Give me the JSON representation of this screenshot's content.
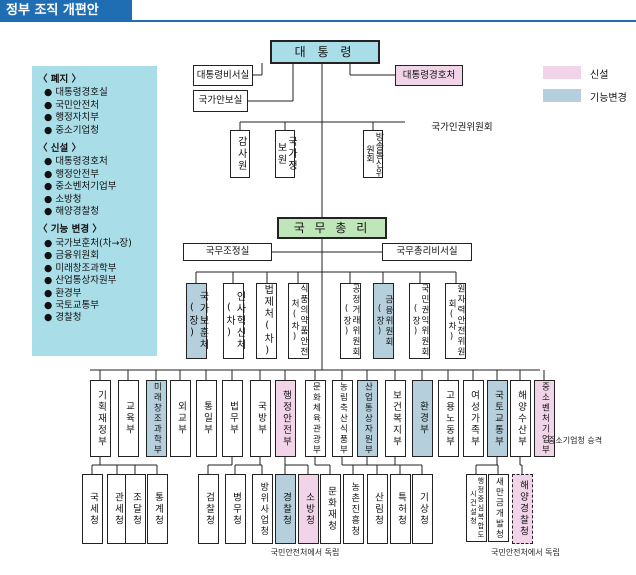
{
  "title": "정부 조직 개편안",
  "legend": {
    "new": "신설",
    "changed": "기능변경",
    "new_color": "#f2d4e8",
    "changed_color": "#b5cfdc"
  },
  "changes": {
    "abolished_title": "〈 폐지 〉",
    "abolished": [
      "대통령경호실",
      "국민안전처",
      "행정자치부",
      "중소기업청"
    ],
    "new_title": "〈 신설 〉",
    "new": [
      "대통령경호처",
      "행정안전부",
      "중소벤처기업부",
      "소방청",
      "해양경찰청"
    ],
    "changed_title": "〈 기능 변경 〉",
    "changed": [
      "국가보훈처(차→장)",
      "금융위원회",
      "미래창조과학부",
      "산업통상자원부",
      "환경부",
      "국토교통부",
      "경찰청"
    ]
  },
  "top": {
    "president": "대 통 령",
    "sec": "대통령비서실",
    "nsa": "국가안보실",
    "guard": "대통령경호처",
    "hrc": "국가인권위원회",
    "audit": "감사원",
    "nis": "국가정보원",
    "kcc": "방송통신위원회"
  },
  "pm": {
    "title": "국 무 총 리",
    "coord": "국무조정실",
    "sec": "국무총리비서실"
  },
  "agencies": [
    "국가보훈처(장)",
    "인사혁신처(차)",
    "법제처(차)",
    "식품의약품안전처(차)",
    "공정거래위원회(장)",
    "금융위원회(장)",
    "국민권익위원회(장)",
    "원자력안전위원회(차)"
  ],
  "ministries": [
    "기획재정부",
    "교육부",
    "미래창조과학부",
    "외교부",
    "통일부",
    "법무부",
    "국방부",
    "행정안전부",
    "문화체육관광부",
    "농림축산식품부",
    "산업통상자원부",
    "보건복지부",
    "환경부",
    "고용노동부",
    "여성가족부",
    "국토교통부",
    "해양수산부",
    "중소벤처기업부"
  ],
  "smba_note": "중소기업청 승격",
  "offices": [
    "국세청",
    "관세청",
    "조달청",
    "통계청",
    "검찰청",
    "병무청",
    "방위사업청",
    "경찰청",
    "소방청",
    "문화재청",
    "농촌진흥청",
    "산림청",
    "특허청",
    "기상청",
    "행정중심복합도시건설청",
    "새만금개발청",
    "해양경찰청"
  ],
  "notes": {
    "fire": "국민안전처에서 독립",
    "coast": "국민안전처에서 독립"
  }
}
